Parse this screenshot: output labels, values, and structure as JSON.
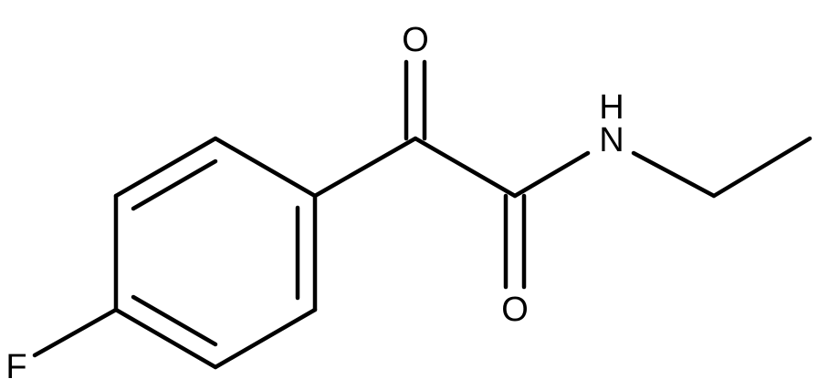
{
  "atoms": {
    "oxygen_top": "O",
    "oxygen_bottom": "O",
    "nitrogen": "N",
    "amide_h": "H",
    "fluorine": "F"
  },
  "colors": {
    "bond": "#000000",
    "label": "#000000",
    "background": "#ffffff"
  }
}
